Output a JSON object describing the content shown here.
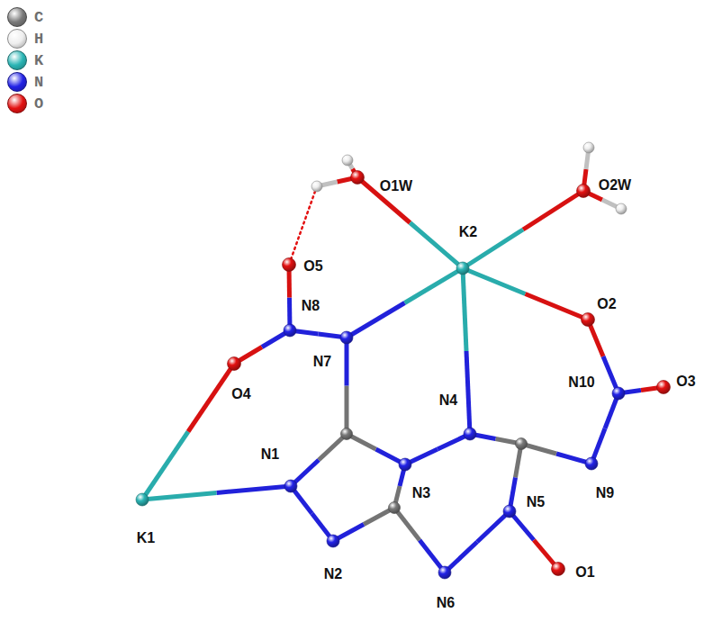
{
  "diagram": {
    "labels": [
      "O1W",
      "O2W",
      "K2",
      "O5",
      "N8",
      "O4",
      "N7",
      "O2",
      "N10",
      "O3",
      "N4",
      "N1",
      "N3",
      "N9",
      "K1",
      "N2",
      "N5",
      "O1",
      "N6"
    ],
    "legend": [
      {
        "text": "C",
        "color": "#7a7a7a"
      },
      {
        "text": "H",
        "color": "#eeeeee"
      },
      {
        "text": "K",
        "color": "#2bb5b5"
      },
      {
        "text": "N",
        "color": "#2323e6"
      },
      {
        "text": "O",
        "color": "#e31212"
      }
    ]
  }
}
